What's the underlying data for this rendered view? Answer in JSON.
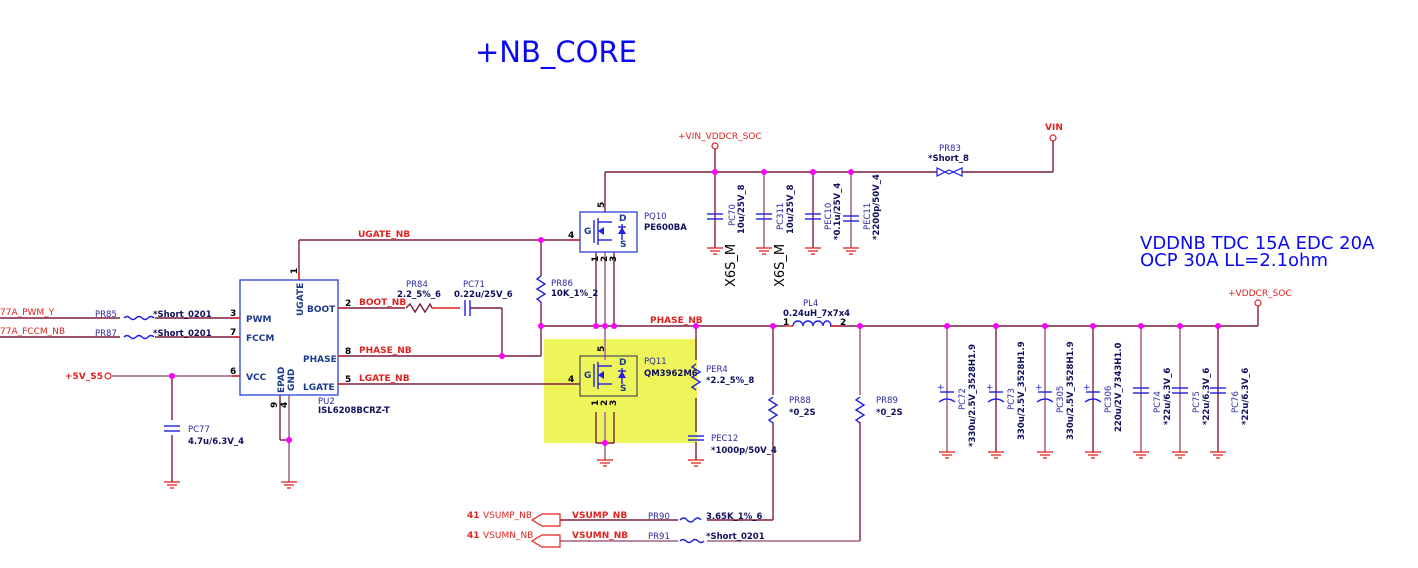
{
  "title": "+NB_CORE",
  "spec_note": {
    "line1": "VDDNB TDC 15A EDC 20A",
    "line2": "OCP 30A LL=2.1ohm"
  },
  "power_rails": {
    "vin_vddcr_soc": "+VIN_VDDCR_SOC",
    "vin": "VIN",
    "vddcr_soc": "+VDDCR_SOC",
    "p5v_s5": "+5V_S5"
  },
  "nets": {
    "pwm_in": "77A_PWM_Y",
    "fccm_in": "77A_FCCM_NB",
    "ugate": "UGATE_NB",
    "boot": "BOOT_NB",
    "phase": "PHASE_NB",
    "phase2": "PHASE_NB",
    "lgate": "LGATE_NB",
    "vsump_port": "VSUMP_NB",
    "vsumn_port": "VSUMN_NB",
    "vsump": "VSUMP_NB",
    "vsumn": "VSUMN_NB",
    "vsump_page": "41",
    "vsumn_page": "41"
  },
  "ic": {
    "ref": "PU2",
    "part": "ISL6208BCRZ-T",
    "pins": {
      "pwm": {
        "name": "PWM",
        "num": "3"
      },
      "fccm": {
        "name": "FCCM",
        "num": "7"
      },
      "vcc": {
        "name": "VCC",
        "num": "6"
      },
      "ugate": {
        "name": "UGATE",
        "num": "1"
      },
      "boot": {
        "name": "BOOT",
        "num": "2"
      },
      "phase": {
        "name": "PHASE",
        "num": "8"
      },
      "lgate": {
        "name": "LGATE",
        "num": "5"
      },
      "epad": {
        "name": "EPAD",
        "num": "9"
      },
      "gnd": {
        "name": "GND",
        "num": "4"
      }
    }
  },
  "mosfets": [
    {
      "ref": "PQ10",
      "part": "PE600BA",
      "g": "G",
      "d": "D",
      "s": "S",
      "pin_g": "4",
      "pin_d": "5",
      "pin_s1": "1",
      "pin_s2": "2",
      "pin_s3": "3"
    },
    {
      "ref": "PQ11",
      "part": "QM3962M6",
      "g": "G",
      "d": "D",
      "s": "S",
      "pin_g": "4",
      "pin_d": "5",
      "pin_s1": "1",
      "pin_s2": "2",
      "pin_s3": "3"
    }
  ],
  "resistors": {
    "pr85": {
      "ref": "PR85",
      "value": "*Short_0201"
    },
    "pr87": {
      "ref": "PR87",
      "value": "*Short_0201"
    },
    "pr84": {
      "ref": "PR84",
      "value": "2.2_5%_6"
    },
    "pr86": {
      "ref": "PR86",
      "value": "10K_1%_2"
    },
    "pr83": {
      "ref": "PR83",
      "value": "*Short_8"
    },
    "per4": {
      "ref": "PER4",
      "value": "*2.2_5%_8"
    },
    "pr88": {
      "ref": "PR88",
      "value": "*0_2S"
    },
    "pr89": {
      "ref": "PR89",
      "value": "*0_2S"
    },
    "pr90": {
      "ref": "PR90",
      "value": "3.65K_1%_6"
    },
    "pr91": {
      "ref": "PR91",
      "value": "*Short_0201"
    }
  },
  "inductor": {
    "ref": "PL4",
    "value": "0.24uH_7x7x4",
    "pin1": "1",
    "pin2": "2"
  },
  "capacitors": {
    "pc71": {
      "ref": "PC71",
      "value": "0.22u/25V_6"
    },
    "pc77": {
      "ref": "PC77",
      "value": "4.7u/6.3V_4"
    },
    "pc70": {
      "ref": "PC70",
      "value": "10u/25V_8",
      "note": "X6S_M"
    },
    "pc311": {
      "ref": "PC311",
      "value": "10u/25V_8",
      "note": "X6S_M"
    },
    "pec10": {
      "ref": "PEC10",
      "value": "*0.1u/25V_4"
    },
    "pec11": {
      "ref": "PEC11",
      "value": "*2200p/50V_4"
    },
    "pec12": {
      "ref": "PEC12",
      "value": "*1000p/50V_4"
    },
    "pc72": {
      "ref": "PC72",
      "value": "*330u/2.5V_3528H1.9"
    },
    "pc73": {
      "ref": "PC73",
      "value": "330u/2.5V_3528H1.9"
    },
    "pc305": {
      "ref": "PC305",
      "value": "330u/2.5V_3528H1.9"
    },
    "pc306": {
      "ref": "PC306",
      "value": "220u/2V_7343H1.0"
    },
    "pc74": {
      "ref": "PC74",
      "value": "*22u/6.3V_6"
    },
    "pc75": {
      "ref": "PC75",
      "value": "*22u/6.3V_6"
    },
    "pc76": {
      "ref": "PC76",
      "value": "*22u/6.3V_6"
    }
  },
  "highlight_color": "#eef55a",
  "net_color": "#e0221f",
  "symbol_color": "#2020e0"
}
